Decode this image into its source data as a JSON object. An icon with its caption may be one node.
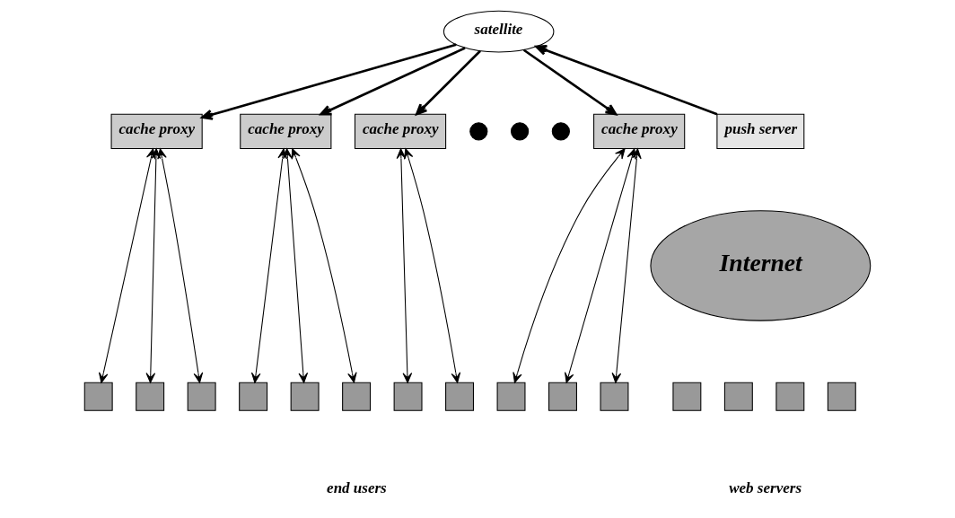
{
  "diagram": {
    "nodes": [
      {
        "text": [
          "satellite"
        ]
      },
      {
        "text": [
          "push server"
        ]
      },
      {
        "text": [
          "Internet"
        ]
      },
      {
        "text": [],
        "shape": "box"
      },
      {
        "text": [],
        "shape": "box"
      },
      {
        "text": [],
        "shape": "box"
      },
      {
        "text": [],
        "shape": "box"
      },
      {
        "text": [
          "cache proxy"
        ]
      },
      {
        "text": [
          "cache proxy"
        ]
      },
      {
        "text": [
          "cache proxy"
        ]
      },
      {
        "text": [],
        "shape": "circle"
      },
      {
        "text": [],
        "shape": "circle"
      },
      {
        "text": [],
        "shape": "circle"
      },
      {
        "text": [
          "cache proxy"
        ]
      },
      {
        "text": [],
        "shape": "box"
      },
      {
        "text": [],
        "shape": "box"
      },
      {
        "text": [],
        "shape": "box"
      },
      {
        "text": [],
        "shape": "box"
      },
      {
        "text": [],
        "shape": "box"
      },
      {
        "text": [],
        "shape": "box"
      },
      {
        "text": [],
        "shape": "box"
      },
      {
        "text": [],
        "shape": "box"
      },
      {
        "text": [],
        "shape": "box"
      },
      {
        "text": [],
        "shape": "box"
      },
      {
        "text": [],
        "shape": "box"
      }
    ],
    "edges": [
      {
        "from": 1,
        "to": 0,
        "arrow": "to",
        "style": "thick"
      },
      {
        "from": 0,
        "to": 7,
        "arrow": "to",
        "style": "thick"
      },
      {
        "from": 0,
        "to": 8,
        "arrow": "to",
        "style": "thick"
      },
      {
        "from": 0,
        "to": 9,
        "arrow": "to",
        "style": "thick"
      },
      {
        "from": 0,
        "to": 13,
        "arrow": "to",
        "style": "thick"
      },
      {
        "from": 7,
        "to": 14,
        "arrow": "both"
      },
      {
        "from": 7,
        "to": 15,
        "arrow": "both"
      },
      {
        "from": 7,
        "to": 16,
        "arrow": "both"
      },
      {
        "from": 8,
        "to": 17,
        "arrow": "both"
      },
      {
        "from": 8,
        "to": 18,
        "arrow": "both"
      },
      {
        "from": 8,
        "to": 19,
        "arrow": "both"
      },
      {
        "from": 9,
        "to": 20,
        "arrow": "both"
      },
      {
        "from": 9,
        "to": 21,
        "arrow": "both"
      },
      {
        "from": 13,
        "to": 22,
        "arrow": "both"
      },
      {
        "from": 13,
        "to": 23,
        "arrow": "both"
      },
      {
        "from": 13,
        "to": 24,
        "arrow": "both"
      }
    ],
    "labels": [
      "web servers",
      "end users"
    ]
  }
}
